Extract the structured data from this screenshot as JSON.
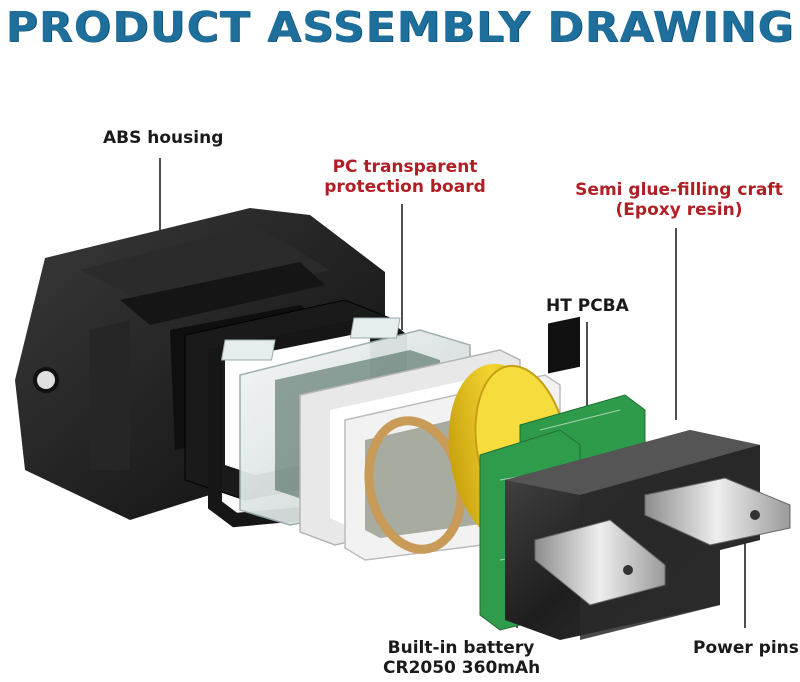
{
  "title": "PRODUCT ASSEMBLY DRAWING",
  "labels": {
    "abs_housing": "ABS housing",
    "pc_board_line1": "PC transparent",
    "pc_board_line2": "protection board",
    "semi_glue_line1": "Semi glue-filling craft",
    "semi_glue_line2": "(Epoxy resin)",
    "ht_pcba": "HT PCBA",
    "battery_line1": "Built-in battery",
    "battery_line2": "CR2050 360mAh",
    "power_pins": "Power pins"
  },
  "colors": {
    "title": "#1f6f9c",
    "callout_red": "#b01f24",
    "housing": "#1c1c1c",
    "pcb_green": "#2e9b4a",
    "battery_yellow": "#e8c51c",
    "epoxy": "#2a2a2a"
  }
}
